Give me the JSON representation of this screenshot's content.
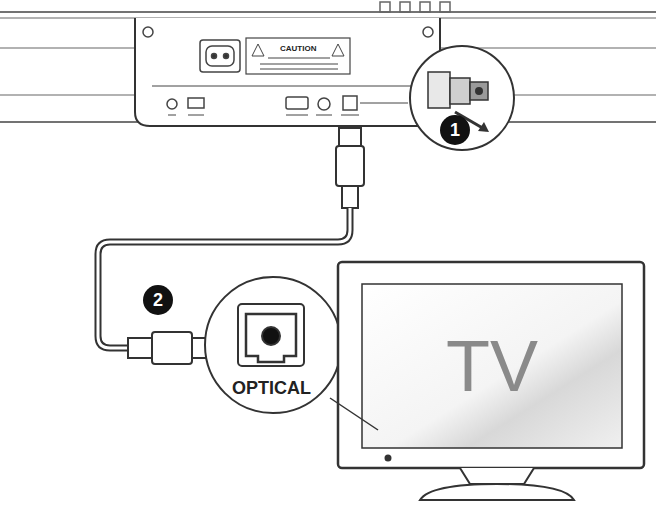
{
  "diagram": {
    "labels": [
      "CAUTION",
      "1",
      "2",
      "OPTICAL",
      "TV"
    ]
  }
}
